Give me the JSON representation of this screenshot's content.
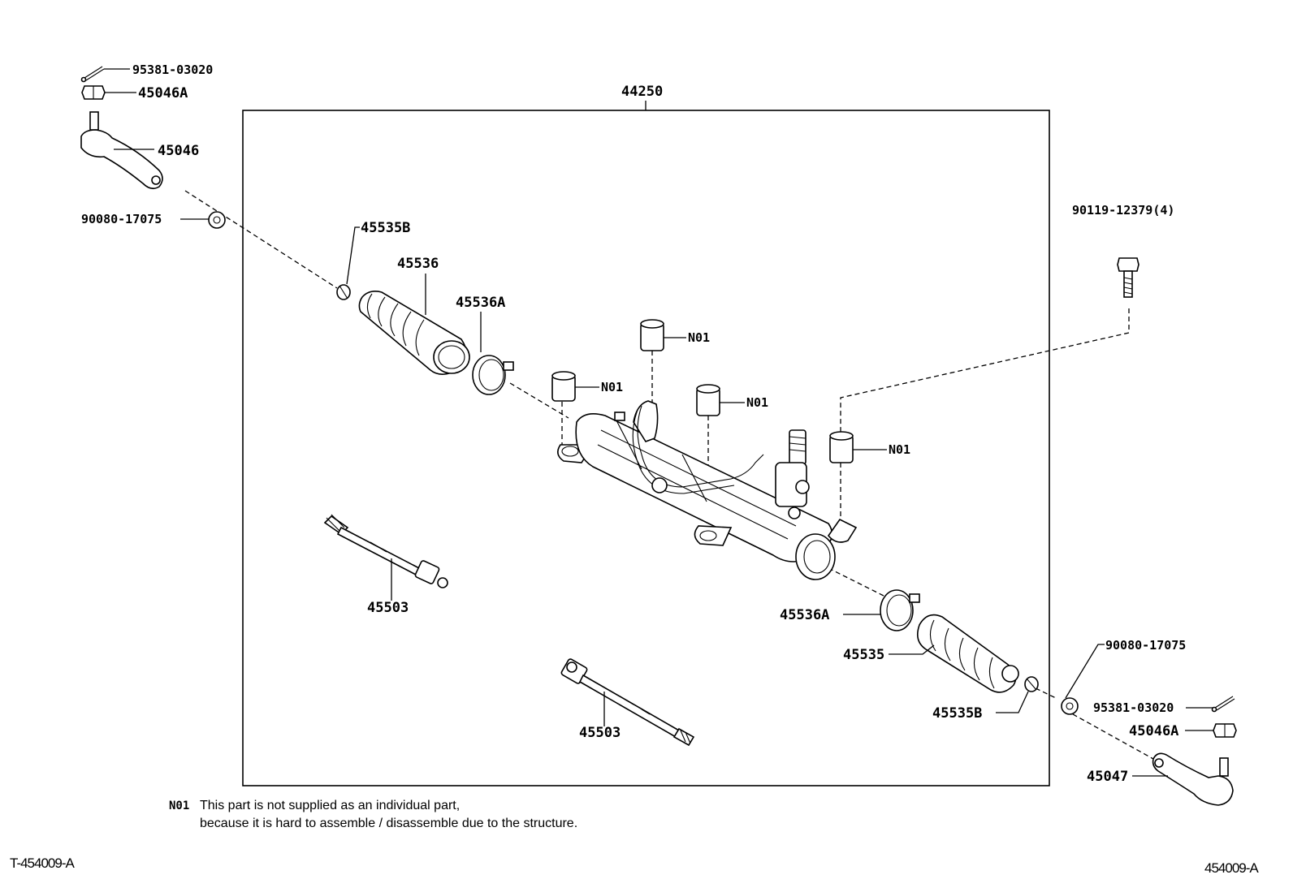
{
  "assembly": {
    "label": "44250"
  },
  "labels": {
    "cotter_pin_left": "95381-03020",
    "nut_left": "45046A",
    "tie_rod_end_left": "45046",
    "washer_left": "90080-17075",
    "clip_left": "45535B",
    "boot_left": "45536",
    "clamp_left": "45536A",
    "bolt": "90119-12379(4)",
    "bushing_1": "N01",
    "bushing_2": "N01",
    "bushing_3": "N01",
    "bushing_4": "N01",
    "tie_rod_upper": "45503",
    "tie_rod_lower": "45503",
    "clamp_right": "45536A",
    "boot_right": "45535",
    "clip_right": "45535B",
    "washer_right": "90080-17075",
    "cotter_pin_right": "95381-03020",
    "nut_right": "45046A",
    "tie_rod_end_right": "45047"
  },
  "note": {
    "code": "N01",
    "line1": "This part is not supplied as an individual part,",
    "line2": "because it is hard to assemble / disassemble due to the structure."
  },
  "figure_ids": {
    "left": "T-454009-A",
    "right": "454009-A"
  }
}
